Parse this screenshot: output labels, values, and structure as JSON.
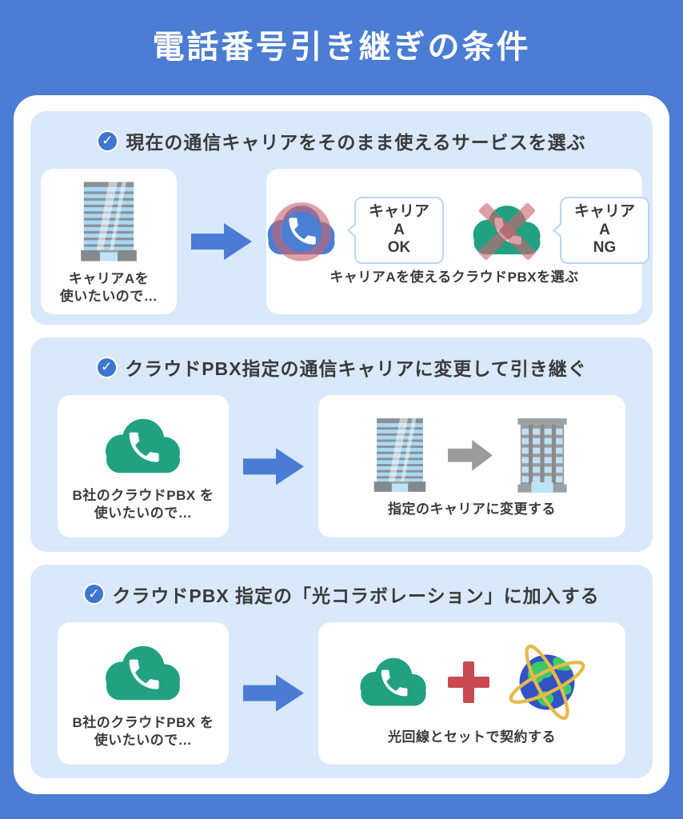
{
  "title": "電話番号引き継ぎの条件",
  "icons": {
    "check_glyph": "✓"
  },
  "sections": [
    {
      "heading": "現在の通信キャリアをそのまま使えるサービスを選ぶ",
      "left_card": {
        "caption_line1": "キャリアAを",
        "caption_line2": "使いたいので…"
      },
      "right_card": {
        "ok_bubble": {
          "line1": "キャリアA",
          "line2": "OK"
        },
        "ng_bubble": {
          "line1": "キャリアA",
          "line2": "NG"
        },
        "caption": "キャリアAを使えるクラウドPBXを選ぶ"
      }
    },
    {
      "heading": "クラウドPBX指定の通信キャリアに変更して引き継ぐ",
      "left_card": {
        "caption_line1": "B社のクラウドPBX を",
        "caption_line2": "使いたいので…"
      },
      "right_card": {
        "caption": "指定のキャリアに変更する"
      }
    },
    {
      "heading": "クラウドPBX 指定の「光コラボレーション」に加入する",
      "left_card": {
        "caption_line1": "B社のクラウドPBX を",
        "caption_line2": "使いたいので…"
      },
      "right_card": {
        "caption": "光回線とセットで契約する"
      }
    }
  ],
  "colors": {
    "background_blue": "#4a7dd3",
    "panel_white": "#ffffff",
    "section_light_blue": "#d9e8fb",
    "accent_blue": "#3f76d2",
    "heading_text": "#3a3a3a",
    "cloud_green": "#21a182",
    "cloud_blue": "#4a7fd4",
    "overlay_red": "#c9646f",
    "plus_red": "#c94a50",
    "building_glass_blue": "#a9d9f4",
    "building_gray": "#9b9b9b",
    "globe_blue": "#3353c4",
    "globe_land_green": "#3fc868",
    "orbit_gold": "#e6b94c",
    "bubble_border": "#bcd4ef"
  }
}
